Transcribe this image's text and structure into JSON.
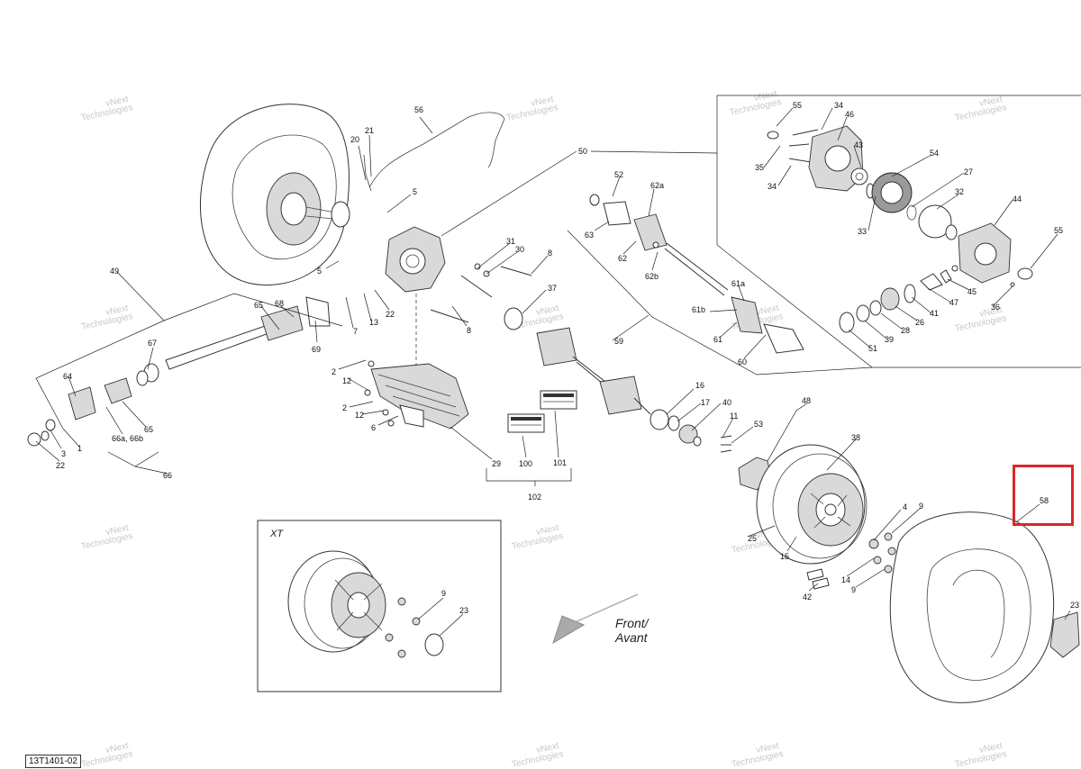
{
  "diagram_code": "13T1401-02",
  "direction": {
    "line1": "Front/",
    "line2": "Avant"
  },
  "inset_label": "XT",
  "watermark_lines": [
    "vNext",
    "Technologies"
  ],
  "highlight": {
    "callout": "58",
    "color": "#d9262a"
  },
  "callouts": {
    "c20": "20",
    "c21": "21",
    "c56": "56",
    "c5a": "5",
    "c5b": "5",
    "c50": "50",
    "c52": "52",
    "c62a": "62a",
    "c63": "63",
    "c62": "62",
    "c62b": "62b",
    "c31": "31",
    "c30": "30",
    "c8a": "8",
    "c37": "37",
    "c8b": "8",
    "c49": "49",
    "c65a": "65",
    "c68": "68",
    "c69": "69",
    "c7": "7",
    "c13": "13",
    "c22a": "22",
    "c67": "67",
    "c64": "64",
    "c65b": "65",
    "c66ab": "66a, 66b",
    "c66": "66",
    "c3": "3",
    "c1": "1",
    "c22b": "22",
    "c2a": "2",
    "c12a": "12",
    "c2b": "2",
    "c12b": "12",
    "c6": "6",
    "c29": "29",
    "c100": "100",
    "c101": "101",
    "c102": "102",
    "c59": "59",
    "c61a": "61a",
    "c61b": "61b",
    "c61": "61",
    "c60": "60",
    "c16": "16",
    "c17": "17",
    "c40": "40",
    "c11": "11",
    "c53": "53",
    "c48": "48",
    "c38": "38",
    "c25": "25",
    "c15": "15",
    "c42": "42",
    "c14": "14",
    "c9a": "9",
    "c4": "4",
    "c9b": "9",
    "c58": "58",
    "c23a": "23",
    "c9c": "9",
    "c23b": "23",
    "c55a": "55",
    "c34a": "34",
    "c46": "46",
    "c35": "35",
    "c34b": "34",
    "c43": "43",
    "c54": "54",
    "c27": "27",
    "c33": "33",
    "c32": "32",
    "c44": "44",
    "c55b": "55",
    "c45": "45",
    "c36": "36",
    "c47": "47",
    "c41": "41",
    "c26": "26",
    "c28": "28",
    "c39": "39",
    "c51": "51"
  },
  "colors": {
    "line": "#222222",
    "highlight": "#d9262a",
    "watermark": "#c8c8c8"
  },
  "icons": {
    "direction_arrow": "front-direction-arrow-icon"
  }
}
